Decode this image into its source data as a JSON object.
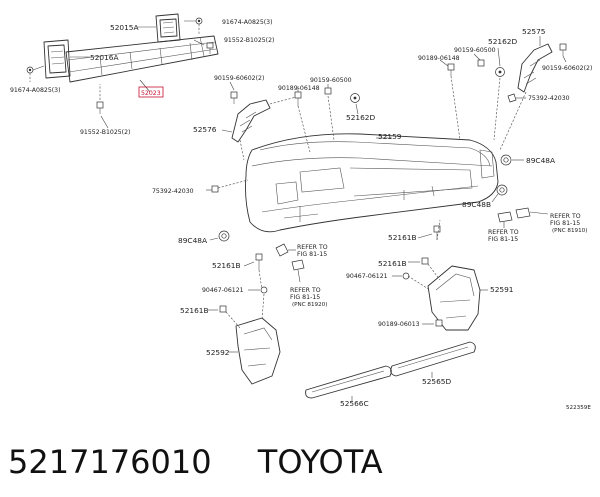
{
  "caption": {
    "part_number": "5217176010",
    "brand": "TOYOTA"
  },
  "diagram_code": "522359E",
  "labels": {
    "p52015A": "52015A",
    "p91674_top": "91674-A0825(3)",
    "p52016A": "52016A",
    "p91552_top": "91552-B1025(2)",
    "p91674_left": "91674-A0825(3)",
    "p52023": "52023",
    "p91552_left": "91552-B1025(2)",
    "p90159_mid": "90159-60602(2)",
    "p90189_topa": "90189-06148",
    "p90159_60500_mid": "90159-60500",
    "p52576": "52576",
    "p52162D_mid": "52162D",
    "p52159": "52159",
    "p90189_topb": "90189-06148",
    "p90159_60500_top": "90159-60500",
    "p52162D_top": "52162D",
    "p52575": "52575",
    "p90159_right": "90159-60602(2)",
    "p75392_right": "75392-42030",
    "p89C48A_right": "89C48A",
    "p75392_left": "75392-42030",
    "p89C48B": "89C48B",
    "ref_right_1": "REFER TO",
    "ref_right_2": "FIG 81-15",
    "ref_right_3": "(PNC 81910)",
    "ref_r2_1": "REFER TO",
    "ref_r2_2": "FIG 81-15",
    "p89C48A_left": "89C48A",
    "ref_mid_1": "REFER TO",
    "ref_mid_2": "FIG 81-15",
    "p52161B_right": "52161B",
    "p52161B_left": "52161B",
    "p52161B_r2": "52161B",
    "p90467_right": "90467-06121",
    "p90467_left": "90467-06121",
    "ref_low_1": "REFER TO",
    "ref_low_2": "FIG 81-15",
    "ref_low_3": "(PNC 81920)",
    "p52591": "52591",
    "p52161B_low": "52161B",
    "p90189_low": "90189-06013",
    "p52592": "52592",
    "p52565D": "52565D",
    "p52566C": "52566C"
  }
}
